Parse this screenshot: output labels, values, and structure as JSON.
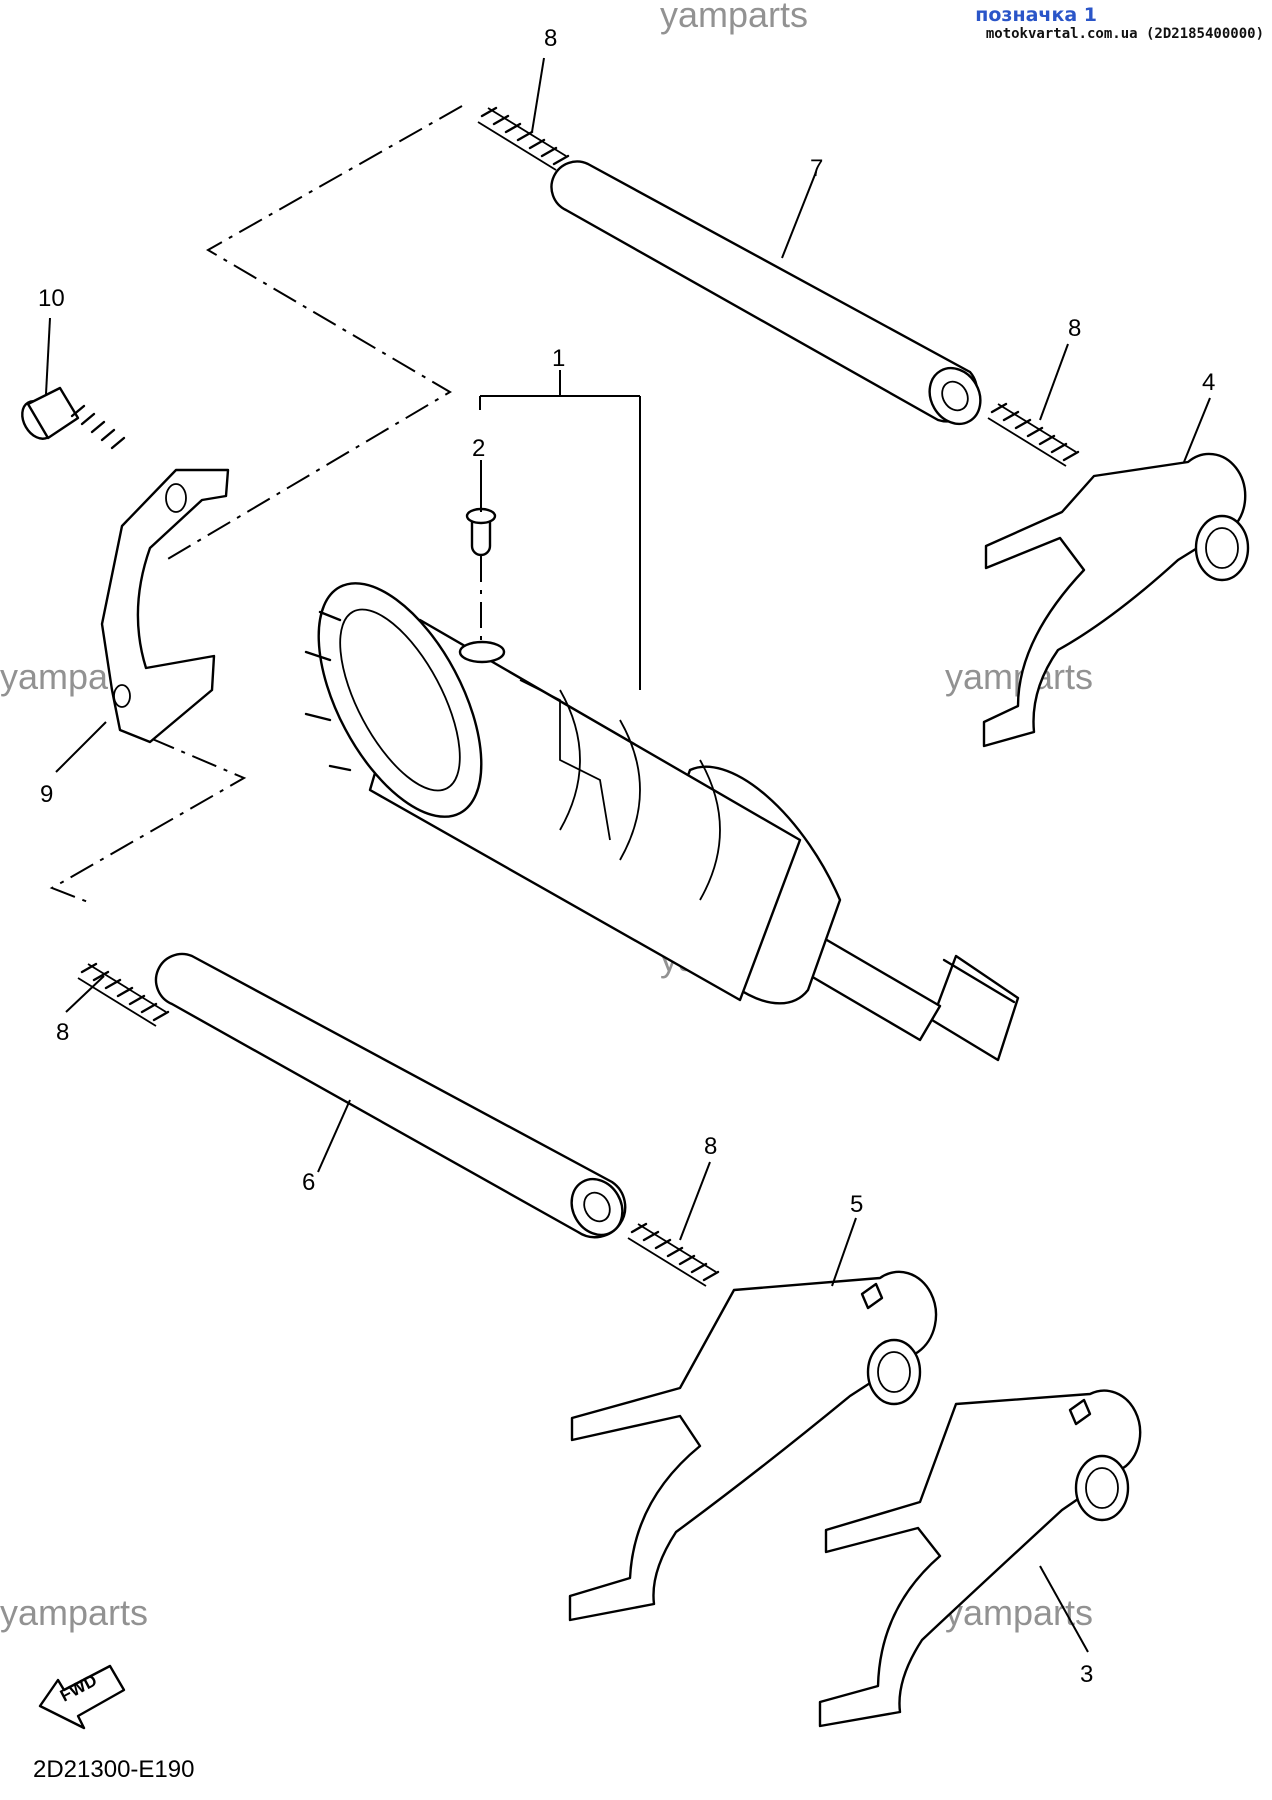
{
  "header": {
    "link_label": "позначка 1",
    "site_code": "motokvartal.com.ua (2D2185400000)"
  },
  "watermark": "yamparts",
  "diagram_code": "2D21300-E190",
  "fwd_label": "FWD",
  "callouts": {
    "c1": "1",
    "c2": "2",
    "c3": "3",
    "c4": "4",
    "c5": "5",
    "c6": "6",
    "c7": "7",
    "c8a": "8",
    "c8b": "8",
    "c8c": "8",
    "c8d": "8",
    "c9": "9",
    "c10": "10"
  }
}
